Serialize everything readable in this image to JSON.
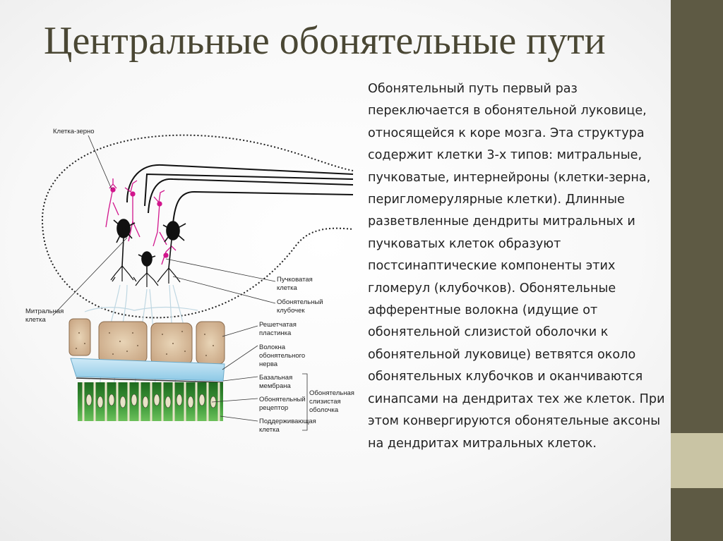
{
  "slide": {
    "title": "Центральные обонятельные пути",
    "body": "Обонятельный путь первый раз переключается в обонятельной луковице, относящейся к  коре мозга. Эта структура содержит клетки 3-х типов: митральные, пучковатые, интернейроны (клетки-зерна, перигломерулярные клетки). Длинные разветвленные дендриты митральных и пучковатых клеток образуют постсинаптические компоненты этих гломерул (клубочков). Обонятельные афферентные волокна (идущие от обонятельной слизистой оболочки к обонятельной луковице) ветвятся около обонятельных клубочков и оканчиваются синапсами на дендритах тех же клеток. При этом конвергируются обонятельные аксоны на дендритах митральных клеток."
  },
  "diagram": {
    "labels": {
      "granule_1": "Клетка-зерно",
      "mitral_1": "Митральная",
      "mitral_2": "клетка",
      "tufted_1": "Пучковатая",
      "tufted_2": "клетка",
      "glom_1": "Обонятельный",
      "glom_2": "клубочек",
      "cribriform_1": "Решетчатая",
      "cribriform_2": "пластинка",
      "fibers_1": "Волокна",
      "fibers_2": "обонятельного",
      "fibers_3": "нерва",
      "basal_1": "Базальная",
      "basal_2": "мембрана",
      "receptor_1": "Обонятельный",
      "receptor_2": "рецептор",
      "support_1": "Поддерживающая",
      "support_2": "клетка",
      "mucosa_1": "Обонятельная",
      "mucosa_2": "слизистая",
      "mucosa_3": "оболочка"
    }
  },
  "colors": {
    "sidebar_dark": "#5e5a44",
    "sidebar_light": "#c9c4a4",
    "title": "#4a4734",
    "bone": "#dcc4a4",
    "mucus": "#a9d8ee",
    "receptor_green": "#3f9a3a",
    "granule_magenta": "#d1158c"
  }
}
